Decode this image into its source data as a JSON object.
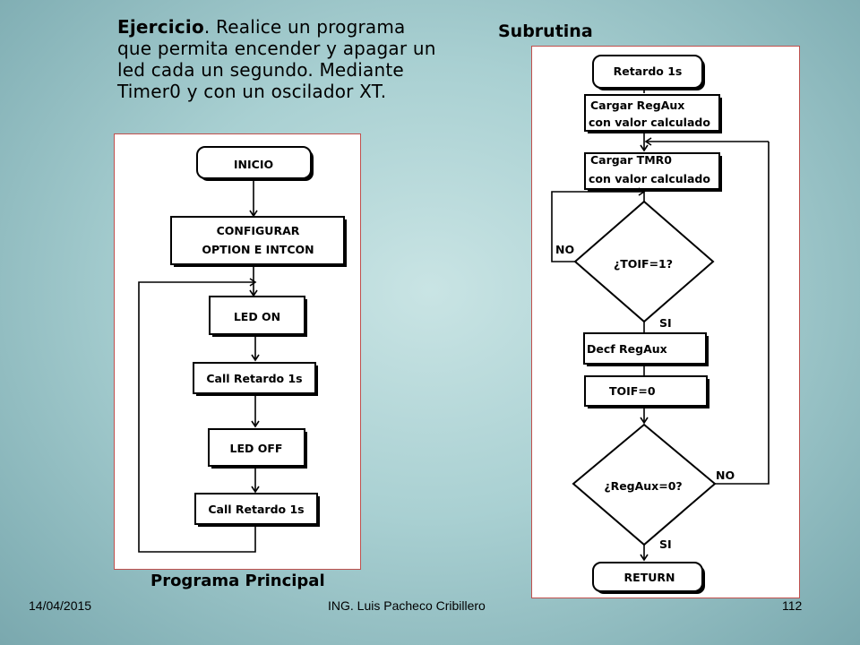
{
  "exercise": {
    "label": "Ejercicio",
    "text": ". Realice un programa que permita encender y apagar un led cada un segundo. Mediante Timer0 y con un oscilador XT."
  },
  "subroutine_title": "Subrutina",
  "main_program": {
    "caption": "Programa Principal",
    "steps": {
      "inicio": "INICIO",
      "configurar_l1": "CONFIGURAR",
      "configurar_l2": "OPTION E INTCON",
      "led_on": "LED ON",
      "call1": "Call Retardo 1s",
      "led_off": "LED OFF",
      "call2": "Call Retardo 1s"
    }
  },
  "subroutine": {
    "retardo": "Retardo 1s",
    "cargar_regaux_l1": "Cargar RegAux",
    "cargar_regaux_l2": "con valor calculado",
    "cargar_tmr0_l1": "Cargar TMR0",
    "cargar_tmr0_l2": "con valor calculado",
    "toif_question": "¿TOIF=1?",
    "no_label_1": "NO",
    "si_label_1": "SI",
    "decf": "Decf RegAux",
    "toif_clear": "TOIF=0",
    "regaux_question": "¿RegAux=0?",
    "no_label_2": "NO",
    "si_label_2": "SI",
    "return": "RETURN"
  },
  "footer": {
    "date": "14/04/2015",
    "author": "ING. Luis Pacheco Cribillero",
    "page": "112"
  }
}
